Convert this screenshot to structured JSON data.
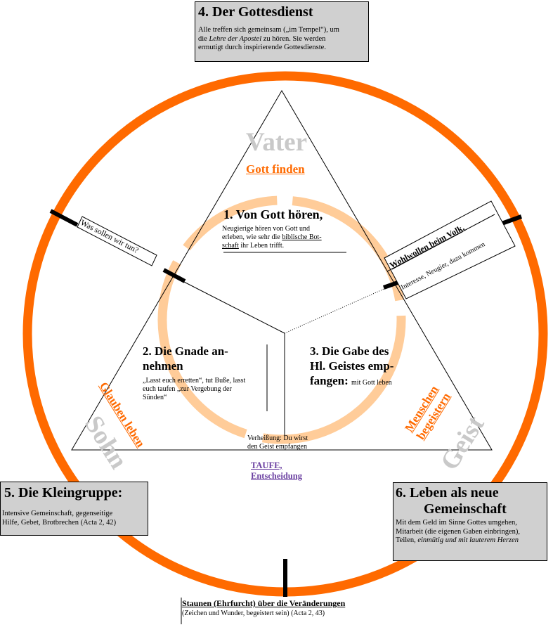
{
  "colors": {
    "ring": "#ff6a00",
    "inner_ring": "#ffcc99",
    "box_fill": "#d0d0d0",
    "ghost_text": "#c9c9c9",
    "accent_orange": "#ff6a00",
    "link_purple": "#6a3fa0"
  },
  "box4": {
    "title": "4.  Der Gottesdienst",
    "line1": "Alle treffen sich gemeinsam („im Tempel“), um",
    "line2_pre": "die ",
    "line2_italic": "Lehre der Apostel",
    "line2_post": " zu hören. Sie werden",
    "line3": "ermutigt durch  inspirierende Gottesdienste."
  },
  "box5": {
    "title": "5.  Die Kleingruppe:",
    "line1": "Intensive Gemeinschaft, gegenseitige",
    "line2": "Hilfe, Gebet, Brotbrechen  (Acta 2, 42)"
  },
  "box6": {
    "title_line1": "6.  Leben als neue",
    "title_line2": "Gemeinschaft",
    "line1": "Mit dem Geld im Sinne Gottes umgehen,",
    "line2": "Mitarbeit (die eigenen Gaben einbringen),",
    "line3_pre": "Teilen, ",
    "line3_italic": "einmütig und mit lauterem Herzen"
  },
  "trinity": {
    "father": "Vater",
    "son": "Sohn",
    "spirit": "Geist"
  },
  "orange_labels": {
    "top": "Gott finden",
    "left": "Glauben leben",
    "right_line1": "Menschen",
    "right_line2": "begeistern"
  },
  "step1": {
    "title": "1.  Von Gott hören,",
    "line1": "Neugierige hören von Gott und",
    "line2_pre": "erleben, wie sehr die ",
    "line2_link": "biblische Bot-",
    "line3_link": "schaft",
    "line3_post": " ihr Leben trifft."
  },
  "step2": {
    "title_line1": "2. Die Gnade an-",
    "title_line2": "nehmen",
    "line1": "„Lasst euch erretten“, tut Buße, lasst",
    "line2": "euch taufen „zur Vergebung der",
    "line3": "Sünden“"
  },
  "step3": {
    "title_line1": "3.  Die Gabe des",
    "title_line2": "Hl. Geistes emp-",
    "title_line3": "fangen:",
    "suffix": "mit Gott leben"
  },
  "promise": {
    "line1": "Verheißung: Du wirst",
    "line2": "den Geist empfangen"
  },
  "baptism": {
    "line1": "TAUFE,",
    "line2": "Entscheidung"
  },
  "side_left": {
    "text": "Was sollen wir tun?"
  },
  "side_right": {
    "title": "Wohlwollen beim Volk,",
    "sub": "Interesse, Neugier, dazu kommen"
  },
  "bottom": {
    "title": "Staunen (Ehrfurcht) über die Veränderungen",
    "sub": "(Zeichen und Wunder, begeistert sein) (Acta 2, 43)"
  }
}
